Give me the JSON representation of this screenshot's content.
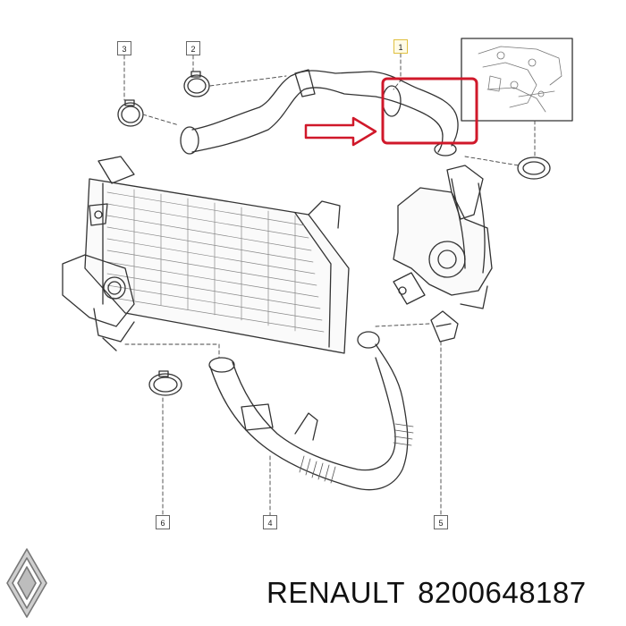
{
  "diagram": {
    "callouts": [
      {
        "id": "callout-3",
        "label": "3"
      },
      {
        "id": "callout-2",
        "label": "2"
      },
      {
        "id": "callout-1",
        "label": "1"
      },
      {
        "id": "callout-6",
        "label": "6"
      },
      {
        "id": "callout-4",
        "label": "4"
      },
      {
        "id": "callout-5",
        "label": "5"
      }
    ],
    "highlight_color": "#d0182a",
    "line_color": "#333333"
  },
  "footer": {
    "brand": "RENAULT",
    "part_number": "8200648187",
    "logo_icon": "renault-diamond-icon"
  }
}
